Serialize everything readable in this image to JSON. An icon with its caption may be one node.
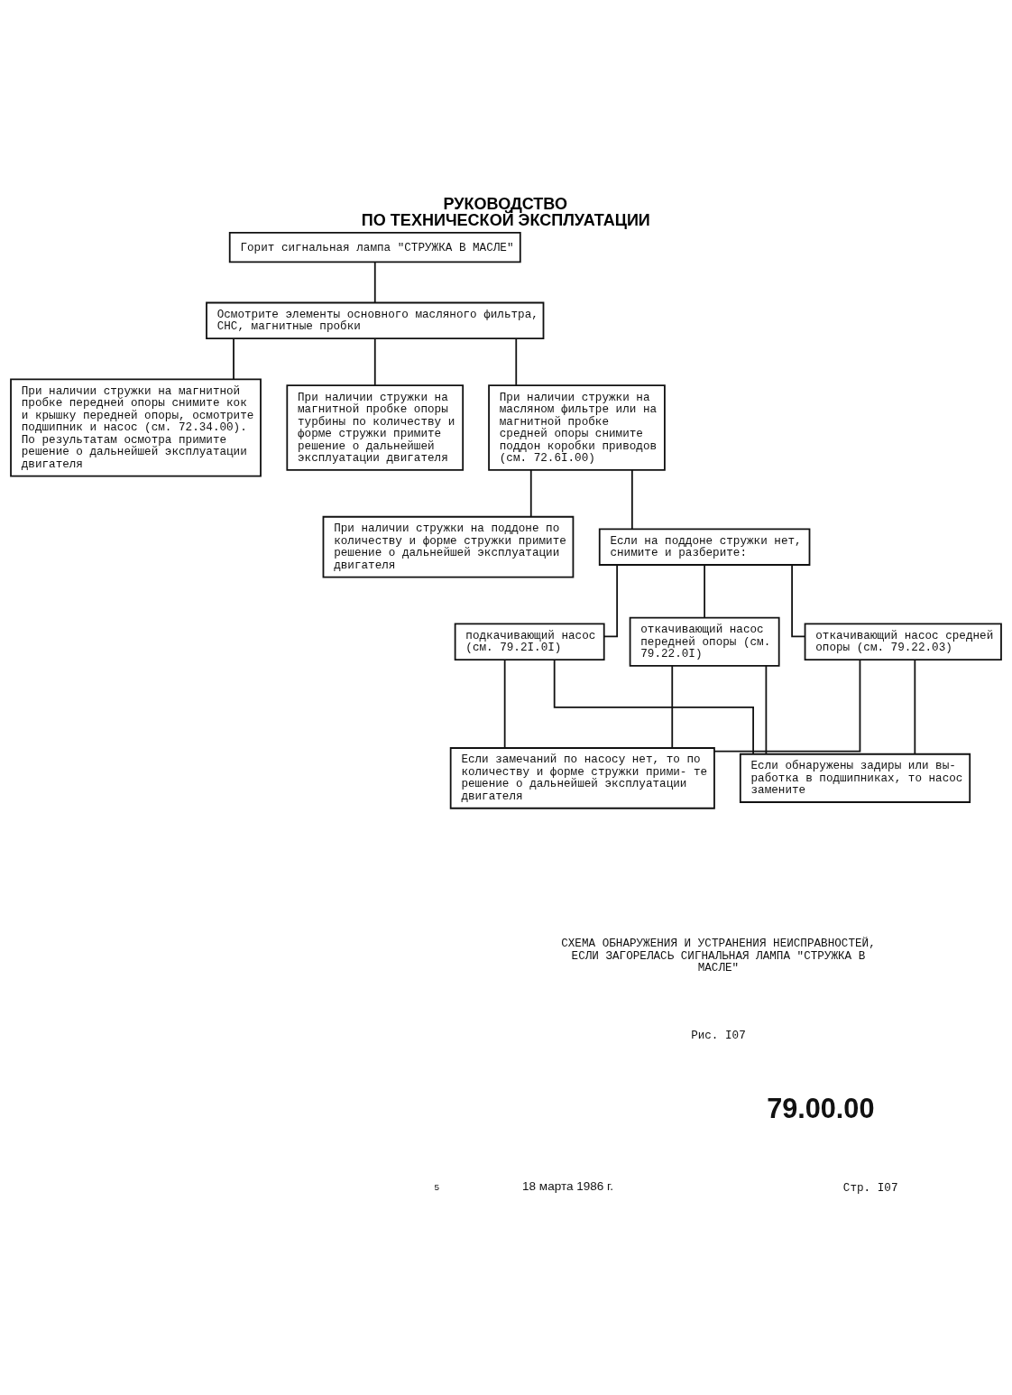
{
  "diagram": {
    "title": "РУКОВОДСТВО ПО ТЕХНИЧЕСКОЙ ЭКСПЛУАТАЦИИ",
    "caption": "СХЕМА ОБНАРУЖЕНИЯ И УСТРАНЕНИЯ НЕИСПРАВНОСТЕЙ, ЕСЛИ ЗАГОРЕЛАСЬ СИГНАЛЬНАЯ ЛАМПА \"СТРУЖКА В МАСЛЕ\"",
    "nodes": [
      {
        "text": [
          "Горит сигнальная лампа \"СТРУЖКА В МАСЛЕ\""
        ]
      },
      {
        "text": [
          "Осмотрите элементы основного масляного фильтра, СНС, магнитные пробки"
        ]
      },
      {
        "text": [
          "При наличии стружки на магнитной пробке передней опоры снимите кок и крышку передней опоры, осмотрите подшипник и насос (см. 72.34.00). По результатам осмотра примите решение о дальнейшей эксплуатации двигателя"
        ]
      },
      {
        "text": [
          "При наличии стружки на магнитной пробке опоры турбины по количеству и форме стружки примите решение о дальнейшей эксплуатации двигателя"
        ]
      },
      {
        "text": [
          "При наличии стружки на масляном фильтре или на магнитной пробке средней опоры снимите поддон коробки приводов (см. 72.6I.00)"
        ]
      },
      {
        "text": [
          "При наличии стружки на поддоне по количеству и форме стружки примите решение о дальнейшей эксплуатации двигателя"
        ]
      },
      {
        "text": [
          "Если на поддоне стружки нет, снимите и разберите:"
        ]
      },
      {
        "text": [
          "подкачивающий насос (см. 79.2I.0I)"
        ]
      },
      {
        "text": [
          "откачивающий насос передней опоры (см. 79.22.0I)"
        ]
      },
      {
        "text": [
          "откачивающий насос средней опоры (см. 79.22.03)"
        ]
      },
      {
        "text": [
          "Если замечаний по насосу нет, то по количеству и форме стружки прими- те решение о дальнейшей эксплуатации двигателя"
        ]
      },
      {
        "text": [
          "Если обнаружены задиры или вы- работка в подшипниках, то насос замените"
        ]
      }
    ],
    "edges": [
      {
        "from": 0,
        "to": 1,
        "arrow": "none"
      },
      {
        "from": 1,
        "to": 2,
        "arrow": "none"
      },
      {
        "from": 1,
        "to": 3,
        "arrow": "none"
      },
      {
        "from": 1,
        "to": 4,
        "arrow": "none"
      },
      {
        "from": 4,
        "to": 5,
        "arrow": "none"
      },
      {
        "from": 4,
        "to": 6,
        "arrow": "none"
      },
      {
        "from": 6,
        "to": 7,
        "arrow": "none"
      },
      {
        "from": 6,
        "to": 8,
        "arrow": "none"
      },
      {
        "from": 6,
        "to": 9,
        "arrow": "none"
      },
      {
        "from": 7,
        "to": 10,
        "arrow": "none"
      },
      {
        "from": 7,
        "to": 11,
        "arrow": "none"
      },
      {
        "from": 8,
        "to": 10,
        "arrow": "none"
      },
      {
        "from": 8,
        "to": 11,
        "arrow": "none"
      },
      {
        "from": 9,
        "to": 10,
        "arrow": "none"
      },
      {
        "from": 9,
        "to": 11,
        "arrow": "none"
      }
    ],
    "labels": [
      "Рис. I07",
      "79.00.00",
      "5",
      "18 марта 1986 г.",
      "Стр. I07"
    ]
  }
}
